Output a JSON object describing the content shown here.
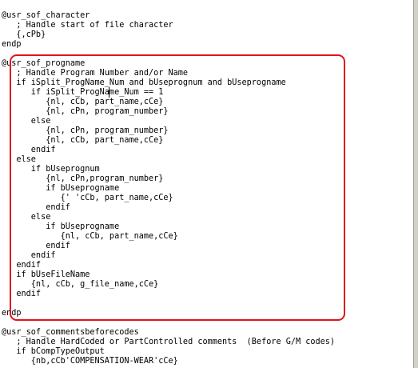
{
  "editor": {
    "lines": [
      "@usr_sof_character",
      "   ; Handle start of file character",
      "   {,cPb}",
      "endp",
      "",
      "@usr_sof_progname",
      "   ; Handle Program Number and/or Name",
      "   if iSplit_ProgName_Num and bUseprognum and bUseprogname",
      "      if iSplit_ProgName_Num == 1",
      "         {nl, cCb, part_name,cCe}",
      "         {nl, cPn, program_number}",
      "      else",
      "         {nl, cPn, program_number}",
      "         {nl, cCb, part_name,cCe}",
      "      endif",
      "   else",
      "      if bUseprognum",
      "         {nl, cPn,program_number}",
      "         if bUseprogname",
      "            {' 'cCb, part_name,cCe}",
      "         endif",
      "      else",
      "         if bUseprogname",
      "            {nl, cCb, part_name,cCe}",
      "         endif",
      "      endif",
      "   endif",
      "   if bUseFileName",
      "      {nl, cCb, g_file_name,cCe}",
      "   endif",
      "",
      "endp",
      "",
      "@usr_sof_commentsbeforecodes",
      "   ; Handle HardCoded or PartControlled comments  (Before G/M codes)",
      "   if bCompTypeOutput",
      "      {nb,cCb'COMPENSATION-WEAR'cCe}"
    ]
  },
  "colors": {
    "highlight": "#e0141e",
    "text": "#000000",
    "background": "#ffffff"
  }
}
